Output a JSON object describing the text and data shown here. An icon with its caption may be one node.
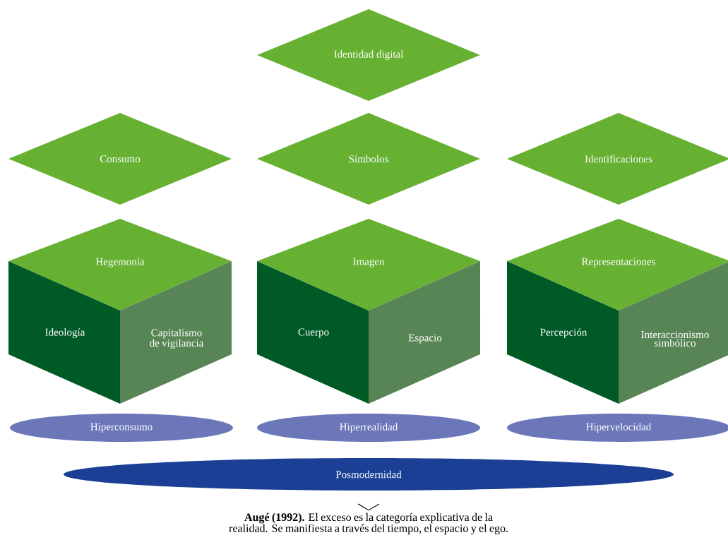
{
  "diagram": {
    "nodes": [
      {
        "text": [
          "Identidad digital"
        ]
      },
      {
        "text": [
          "Consumo"
        ]
      },
      {
        "text": [
          "Símbolos"
        ]
      },
      {
        "text": [
          "Identificaciones"
        ]
      },
      {
        "text": [
          "Hegemonía"
        ]
      },
      {
        "text": [
          "Ideología"
        ]
      },
      {
        "text": [
          "Capitalismo de vigilancia"
        ]
      },
      {
        "text": [
          "Imagen"
        ]
      },
      {
        "text": [
          "Cuerpo"
        ]
      },
      {
        "text": [
          "Espacio"
        ]
      },
      {
        "text": [
          "Representaciones"
        ]
      },
      {
        "text": [
          "Percepción"
        ]
      },
      {
        "text": [
          "Interaccionismo simbólico"
        ]
      },
      {
        "text": [
          "Hiperconsumo"
        ]
      },
      {
        "text": [
          "Hiperrealidad"
        ]
      },
      {
        "text": [
          "Hipervelocidad"
        ]
      },
      {
        "text": [
          "Posmodernidad"
        ]
      },
      {
        "text": [
          "**Augé (1992).** El exceso es la categoría explicativa de la realidad. Se manifiesta a través del tiempo, el espacio y el ego."
        ]
      }
    ],
    "edges": [
      {
        "from": 16,
        "to": 17,
        "arrow": "to"
      }
    ]
  }
}
